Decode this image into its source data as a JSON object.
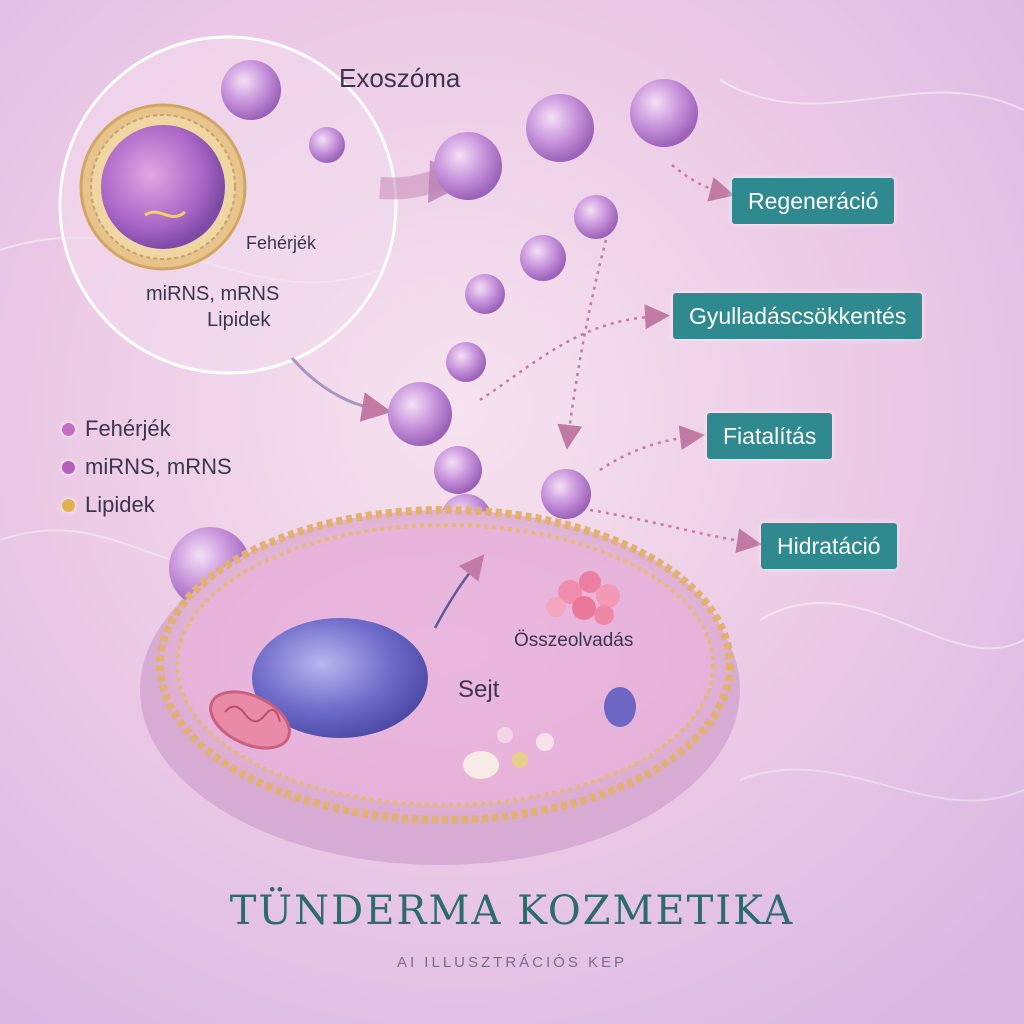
{
  "zoom_panel": {
    "title": "Exoszóma",
    "label_proteins": "Fehérjék",
    "label_rna": "miRNS, mRNS",
    "label_lipids": "Lipidek"
  },
  "legend": {
    "items": [
      {
        "label": "Fehérjék",
        "color": "#c46fc2"
      },
      {
        "label": "miRNS, mRNS",
        "color": "#b45fb9"
      },
      {
        "label": "Lipidek",
        "color": "#e2b14e"
      }
    ]
  },
  "benefits": {
    "items": [
      "Regeneráció",
      "Gyulladáscsökkentés",
      "Fiatalítás",
      "Hidratáció"
    ]
  },
  "cell": {
    "label": "Sejt",
    "fusion_label": "Összeolvadás"
  },
  "footer": {
    "brand": "TÜNDERMA KOZMETIKA",
    "credit": "AI ILLUSZTRÁCIÓS KEP"
  },
  "colors": {
    "background": "#ecc9e6",
    "benefit_box": "#2f8a8f",
    "brand_text": "#2e6b6f",
    "vesicle": "#c58ed8",
    "nucleus": "#6f6bc9"
  }
}
